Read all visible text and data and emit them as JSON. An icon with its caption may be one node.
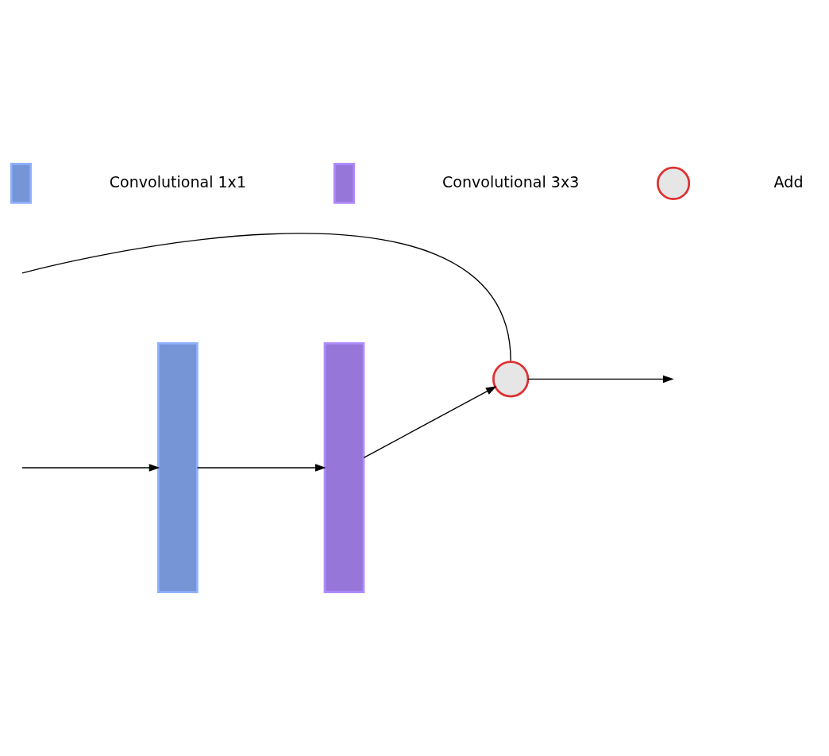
{
  "diagram": {
    "nodes": [
      {
        "text": [],
        "shape": "box"
      },
      {
        "text": [],
        "shape": "box"
      },
      {
        "text": [],
        "shape": "circle"
      },
      {
        "text": [],
        "shape": "box"
      },
      {
        "text": [],
        "shape": "box"
      },
      {
        "text": [],
        "shape": "circle"
      }
    ],
    "edges": [
      {
        "from": null,
        "to": 0,
        "arrow": "to"
      },
      {
        "from": 0,
        "to": 1,
        "arrow": "to"
      },
      {
        "from": 1,
        "to": 2,
        "arrow": "to"
      },
      {
        "from": null,
        "to": 2,
        "arrow": "none"
      },
      {
        "from": 2,
        "to": null,
        "arrow": "to"
      }
    ],
    "legend": [
      {
        "text": "Convolutional 1x1"
      },
      {
        "text": "Convolutional 3x3"
      },
      {
        "text": "Add"
      }
    ]
  }
}
